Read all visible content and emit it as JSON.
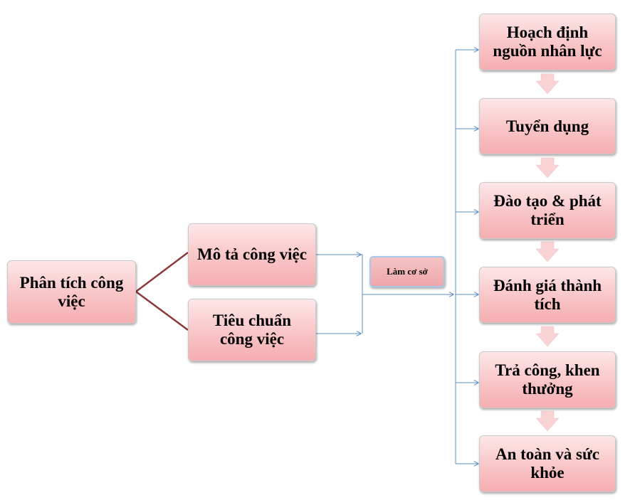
{
  "source": {
    "label": "Phân tích công việc"
  },
  "branches": [
    {
      "label": "Mô tả công việc"
    },
    {
      "label": "Tiêu chuẩn công việc"
    }
  ],
  "basis": {
    "label": "Làm cơ sở"
  },
  "outputs": [
    {
      "label": "Hoạch định nguồn nhân lực"
    },
    {
      "label": "Tuyển dụng"
    },
    {
      "label": "Đào tạo & phát triển"
    },
    {
      "label": "Đánh giá thành tích"
    },
    {
      "label": "Trả  công, khen thưởng"
    },
    {
      "label": "An toàn và sức khỏe"
    }
  ],
  "colors": {
    "connector_red": "#8b3a3a",
    "connector_blue": "#5b8fc4",
    "down_arrow": "#f9d2d4"
  }
}
